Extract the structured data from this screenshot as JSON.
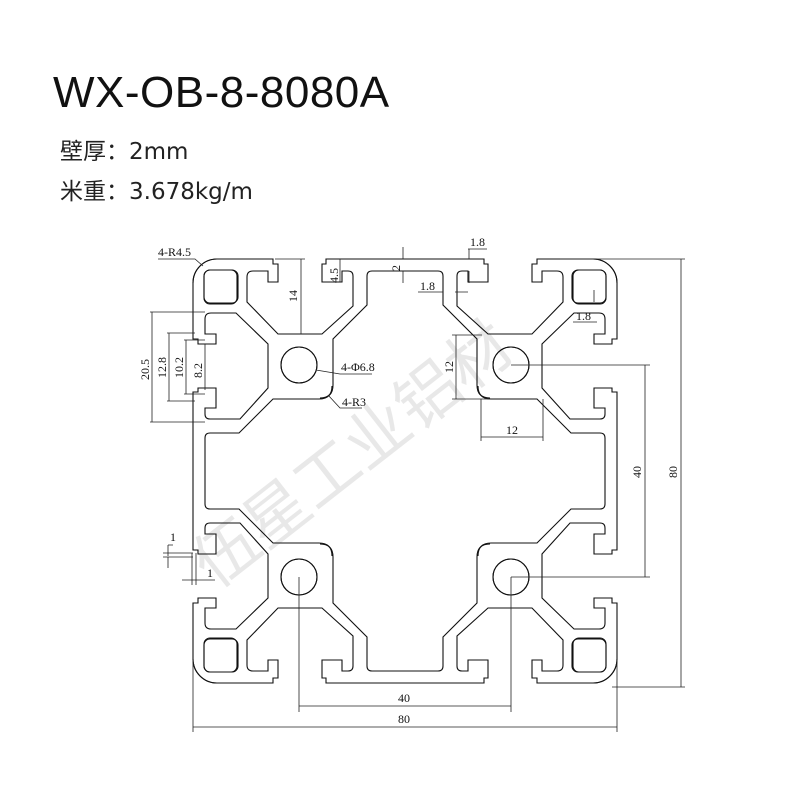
{
  "header": {
    "model": "WX-OB-8-8080A",
    "wall_thickness": "壁厚：2mm",
    "weight_per_meter": "米重：3.678kg/m"
  },
  "watermark": "伍星工业铝材",
  "dimensions": {
    "corner_radius": "4-R4.5",
    "slot_depth": "14",
    "lip_height": "4.5",
    "top_wall": "2",
    "lip_thickness_top": "1.8",
    "web_thickness": "1.8",
    "pocket_wall": "1.8",
    "slot_20_5": "20.5",
    "slot_12_8": "12.8",
    "slot_10_2": "10.2",
    "slot_8_2": "8.2",
    "hole": "4-Φ6.8",
    "boss_radius": "4-R3",
    "boss_height": "12",
    "boss_width": "12",
    "hole_pitch_v": "40",
    "overall_v": "80",
    "chamfer_a": "1",
    "chamfer_b": "1",
    "hole_pitch_h": "40",
    "overall_h": "80"
  }
}
